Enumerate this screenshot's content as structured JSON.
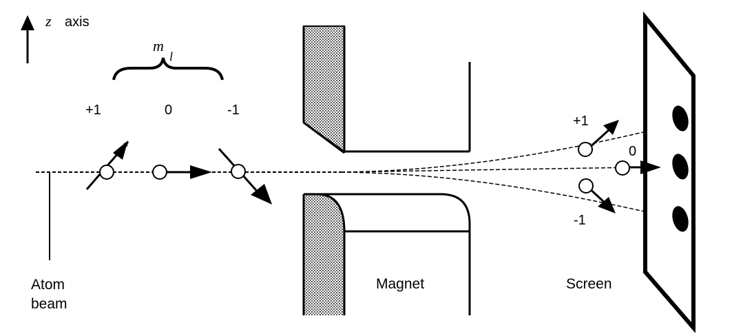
{
  "axis": {
    "symbol": "z",
    "word": "axis"
  },
  "ml_label": {
    "symbol": "m",
    "subscript": "l"
  },
  "values": [
    "+1",
    "0",
    "-1"
  ],
  "deflected_labels": [
    "+1",
    "0",
    "-1"
  ],
  "labels": {
    "atom_line1": "Atom",
    "atom_line2": "beam",
    "magnet": "Magnet",
    "screen": "Screen"
  },
  "colors": {
    "ink": "#000000",
    "pole_shade": "#9a9a9a",
    "background": "#ffffff"
  }
}
